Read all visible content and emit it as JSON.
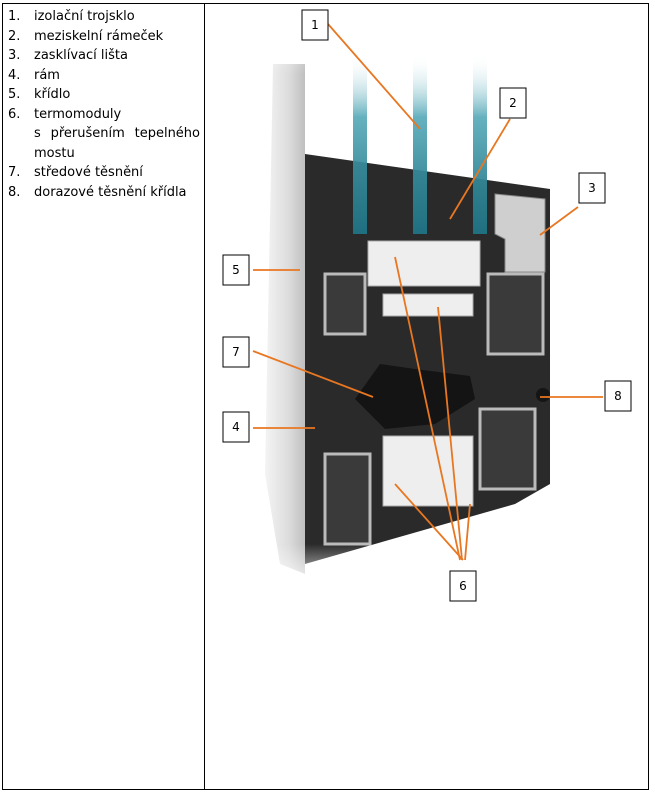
{
  "legend": {
    "items": [
      {
        "num": "1.",
        "lines": [
          "izolační trojsklo"
        ]
      },
      {
        "num": "2.",
        "lines": [
          "meziskelní rámeček"
        ]
      },
      {
        "num": "3.",
        "lines": [
          "zasklívací lišta"
        ]
      },
      {
        "num": "4.",
        "lines": [
          "rám"
        ]
      },
      {
        "num": "5.",
        "lines": [
          "křídlo"
        ]
      },
      {
        "num": "6.",
        "lines": [
          "termomoduly",
          "s přerušením   tepelného",
          "mostu"
        ]
      },
      {
        "num": "7.",
        "lines": [
          "středové těsnění"
        ]
      },
      {
        "num": "8.",
        "lines": [
          "dorazové těsnění křídla"
        ]
      }
    ]
  },
  "callouts": {
    "c1": "1",
    "c2": "2",
    "c3": "3",
    "c4": "4",
    "c5": "5",
    "c6": "6",
    "c7": "7",
    "c8": "8"
  },
  "colors": {
    "leader": "#e87722",
    "border": "#000000",
    "glass": "#2e8fa0",
    "profile_dark": "#222222",
    "profile_light": "#d8d8d8",
    "insulation": "#eeeeee"
  }
}
